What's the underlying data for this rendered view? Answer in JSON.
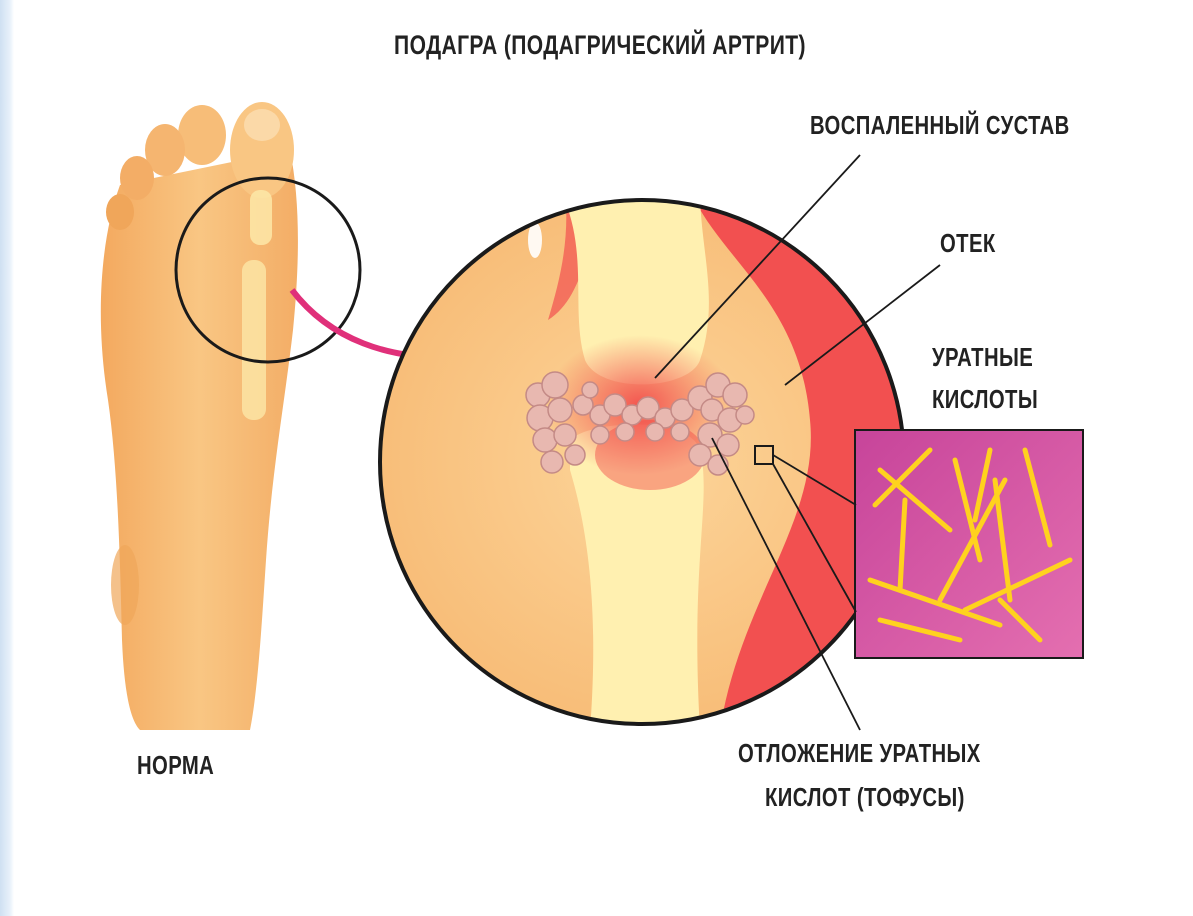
{
  "title": "ПОДАГРА (ПОДАГРИЧЕСКИЙ АРТРИТ)",
  "labels": {
    "inflamed_joint": "ВОСПАЛЕННЫЙ СУСТАВ",
    "edema": "ОТЕК",
    "urate_acids_line1": "УРАТНЫЕ",
    "urate_acids_line2": "КИСЛОТЫ",
    "normal": "НОРМА",
    "deposit_line1": "ОТЛОЖЕНИЕ УРАТНЫХ",
    "deposit_line2": "КИСЛОТ (ТОФУСЫ)"
  },
  "colors": {
    "skin": "#f8c27e",
    "skin_shadow": "#f0a65a",
    "bone": "#fff0b0",
    "inflammation": "#f24848",
    "tophi": "#e8b8b0",
    "crystal_bg": "#d24f9e",
    "crystal": "#ffd21e",
    "outline": "#1a1a1a",
    "arrow": "#e0307a"
  }
}
